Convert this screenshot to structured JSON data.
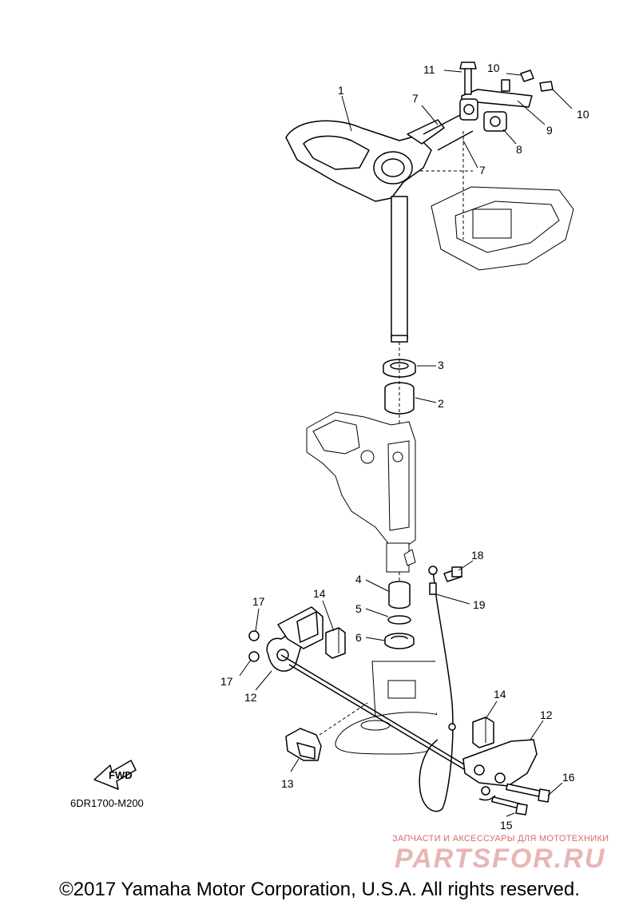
{
  "diagram": {
    "drawing_code": "6DR1700-M200",
    "fwd_label": "FWD",
    "copyright": "©2017 Yamaha Motor Corporation, U.S.A. All rights reserved.",
    "watermark": {
      "subtitle": "ЗАПЧАСТИ И АКСЕССУАРЫ ДЛЯ МОТОТЕХНИКИ",
      "logo": "PARTSFOR.RU"
    },
    "callouts": [
      "1",
      "2",
      "3",
      "4",
      "5",
      "6",
      "7",
      "7",
      "8",
      "9",
      "10",
      "10",
      "11",
      "12",
      "12",
      "13",
      "14",
      "14",
      "15",
      "16",
      "17",
      "17",
      "18",
      "19"
    ]
  }
}
